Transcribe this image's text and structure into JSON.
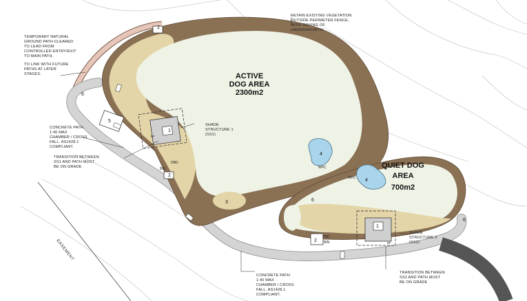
{
  "areas": {
    "active": {
      "line1": "ACTIVE",
      "line2": "DOG AREA",
      "line3": "2300m2"
    },
    "quiet": {
      "line1": "QUIET DOG",
      "line2": "AREA",
      "line3": "700m2"
    }
  },
  "notes": {
    "vegetation": [
      "RETAIN EXISTING VEGETATION",
      "OUTSIDE PERIMETER FENCE,",
      "WITH TIDYING OF",
      "UNDERGROWTH."
    ],
    "temporary_path": [
      "TEMPORARY NATURAL",
      "GROUND PATH CLEARED",
      "TO LEAD FROM",
      "CONTROLLED ENTRY/EXIT",
      "TO MAIN PATH."
    ],
    "future_paths": [
      "TO LINK WITH FUTURE",
      "PATHS AT LATER",
      "STAGES."
    ],
    "concrete_path_left": [
      "CONCRETE PATH",
      "1:40 MAX",
      "CHAMBER / CROSS",
      "FALL. AS1428.1",
      "COMPLIANT."
    ],
    "transition_ss1": [
      "TRANSITION BETWEEN",
      "SS1 AND PATH MUST",
      "BE ON GRADE"
    ],
    "shade_structure_1": [
      "SHADE",
      "STRUCTURE 1",
      "(SS1)"
    ],
    "shade_structure_2": [
      "SHADE",
      "STRUCTURE 2",
      "(SS2)"
    ],
    "concrete_path_bottom": [
      "CONCRETE PATH",
      "1:40 MAX",
      "CHAMBER / CROSS",
      "FALL. AS1428.1",
      "COMPLIANT."
    ],
    "transition_ss2": [
      "TRANSITION BETWEEN",
      "SS2 AND PATH MUST",
      "BE ON GRADE"
    ],
    "easement": "EASEMENT"
  },
  "labels": {
    "bin": "BIN",
    "dbd": "DBD",
    "wpc": "WPC",
    "df": "DF",
    "n1": "1",
    "n2": "2",
    "n3": "3",
    "n4": "4",
    "n5": "5",
    "n6": "6"
  },
  "colors": {
    "mulch": "#8b7154",
    "lawn": "#eef3e6",
    "sand": "#e3d5a8",
    "water": "#a8d4ec",
    "concrete": "#d4d4d4",
    "asphalt": "#555555",
    "path_natural": "#e6c6b8"
  }
}
